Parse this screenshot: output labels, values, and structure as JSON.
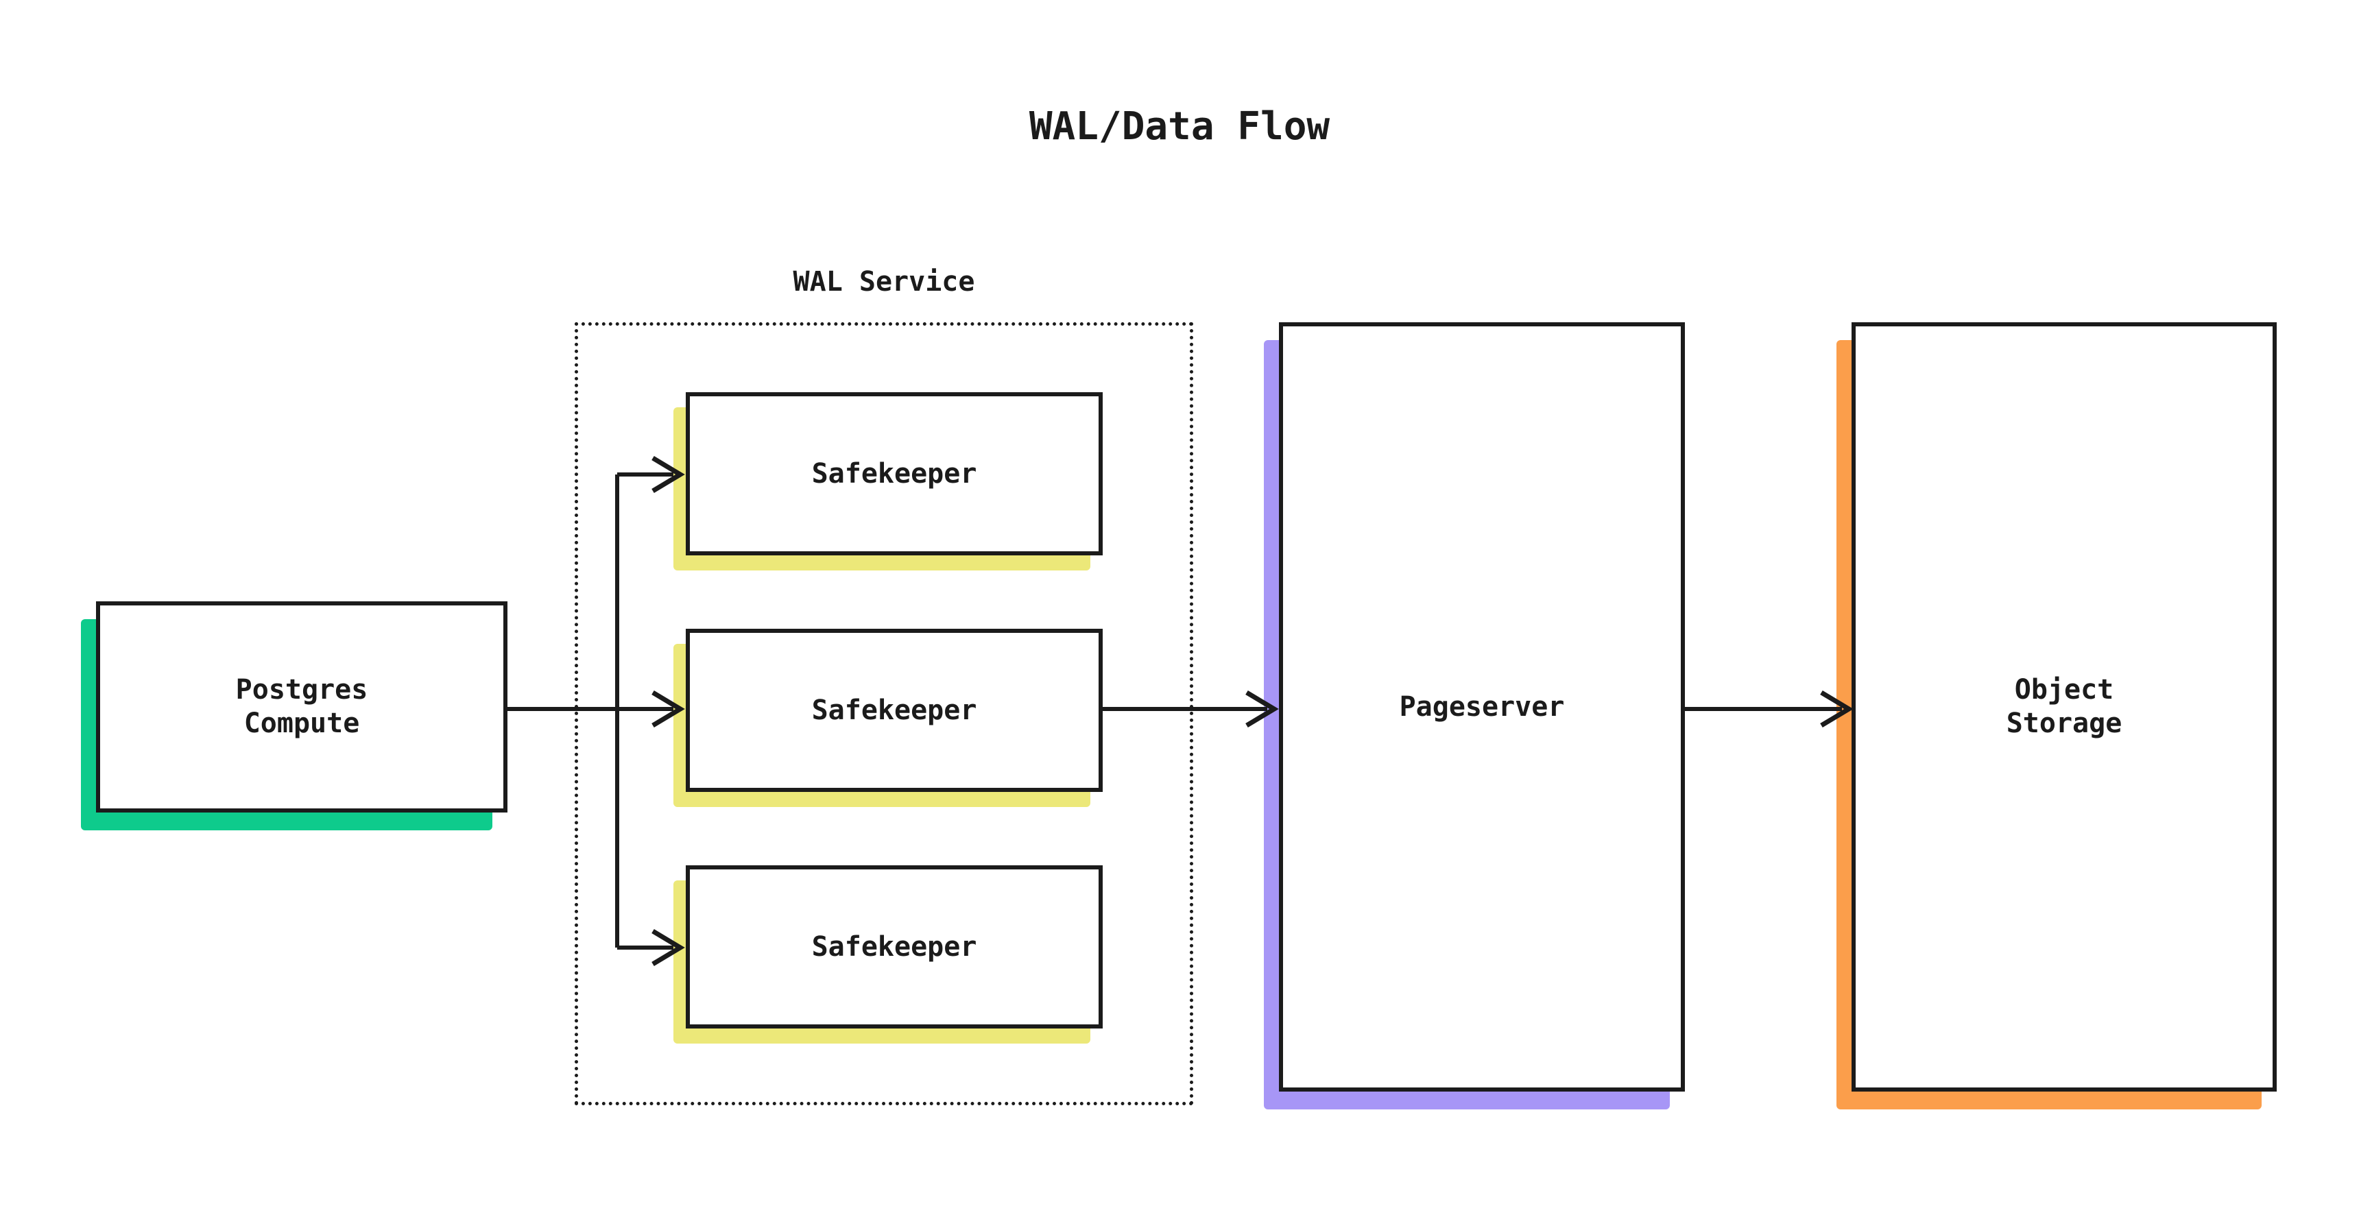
{
  "diagram": {
    "title": "WAL/Data Flow",
    "type": "flowchart",
    "direction": "left-to-right",
    "background": "#ffffff",
    "line_color": "#1b1b1b"
  },
  "subgraph": {
    "label": "WAL Service",
    "border_style": "dotted",
    "border_color": "#1b1b1b",
    "contains": [
      "safekeeper-1",
      "safekeeper-2",
      "safekeeper-3"
    ]
  },
  "nodes": [
    {
      "id": "postgres-compute",
      "label": "Postgres\nCompute",
      "shadow_color": "#0ECB8C",
      "fill": "#ffffff",
      "border_color": "#1b1b1b"
    },
    {
      "id": "safekeeper-1",
      "label": "Safekeeper",
      "shadow_color": "#ECE879",
      "fill": "#ffffff",
      "border_color": "#1b1b1b"
    },
    {
      "id": "safekeeper-2",
      "label": "Safekeeper",
      "shadow_color": "#ECE879",
      "fill": "#ffffff",
      "border_color": "#1b1b1b"
    },
    {
      "id": "safekeeper-3",
      "label": "Safekeeper",
      "shadow_color": "#ECE879",
      "fill": "#ffffff",
      "border_color": "#1b1b1b"
    },
    {
      "id": "pageserver",
      "label": "Pageserver",
      "shadow_color": "#A796F6",
      "fill": "#ffffff",
      "border_color": "#1b1b1b"
    },
    {
      "id": "object-storage",
      "label": "Object\nStorage",
      "shadow_color": "#FB9E4B",
      "fill": "#ffffff",
      "border_color": "#1b1b1b"
    }
  ],
  "edges": [
    {
      "from": "postgres-compute",
      "to": "safekeeper-1",
      "arrow": "open",
      "style": "solid"
    },
    {
      "from": "postgres-compute",
      "to": "safekeeper-2",
      "arrow": "open",
      "style": "solid"
    },
    {
      "from": "postgres-compute",
      "to": "safekeeper-3",
      "arrow": "open",
      "style": "solid"
    },
    {
      "from": "safekeeper-2",
      "to": "pageserver",
      "arrow": "open",
      "style": "solid"
    },
    {
      "from": "pageserver",
      "to": "object-storage",
      "arrow": "open",
      "style": "solid"
    }
  ]
}
